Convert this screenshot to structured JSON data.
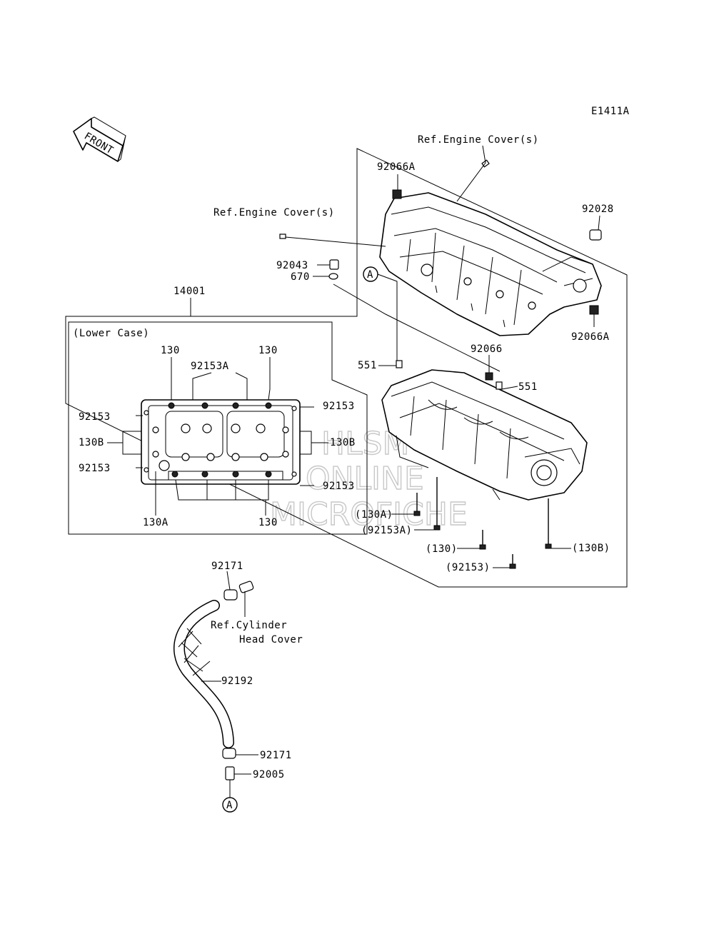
{
  "diagram_id": "E1411A",
  "front_label": "FRONT",
  "labels": {
    "ref_engine_cover_top": "Ref.Engine Cover(s)",
    "ref_engine_cover_left": "Ref.Engine Cover(s)",
    "p92066A_top": "92066A",
    "p92028": "92028",
    "p92066A_right": "92066A",
    "p92043": "92043",
    "p670": "670",
    "p14001": "14001",
    "lower_case": "(Lower Case)",
    "p130_left": "130",
    "p130_right": "130",
    "p92153A": "92153A",
    "p92153_tl": "92153",
    "p92153_tr": "92153",
    "p130B_left": "130B",
    "p130B_right": "130B",
    "p92153_bl": "92153",
    "p92153_br": "92153",
    "p130A": "130A",
    "p130_bottom": "130",
    "p551_left": "551",
    "p551_right": "551",
    "p92066": "92066",
    "p130A_paren": "(130A)",
    "p92153A_paren": "(92153A)",
    "p130_paren": "(130)",
    "p130B_paren": "(130B)",
    "p92153_paren": "(92153)",
    "p92171_top": "92171",
    "ref_cyl_head_1": "Ref.Cylinder",
    "ref_cyl_head_2": "Head Cover",
    "p92192": "92192",
    "p92171_bottom": "92171",
    "p92005": "92005",
    "ref_a_upper": "A",
    "ref_a_lower": "A"
  },
  "watermark": [
    "HLSM",
    "ONLINE",
    "MICROFICHE"
  ]
}
